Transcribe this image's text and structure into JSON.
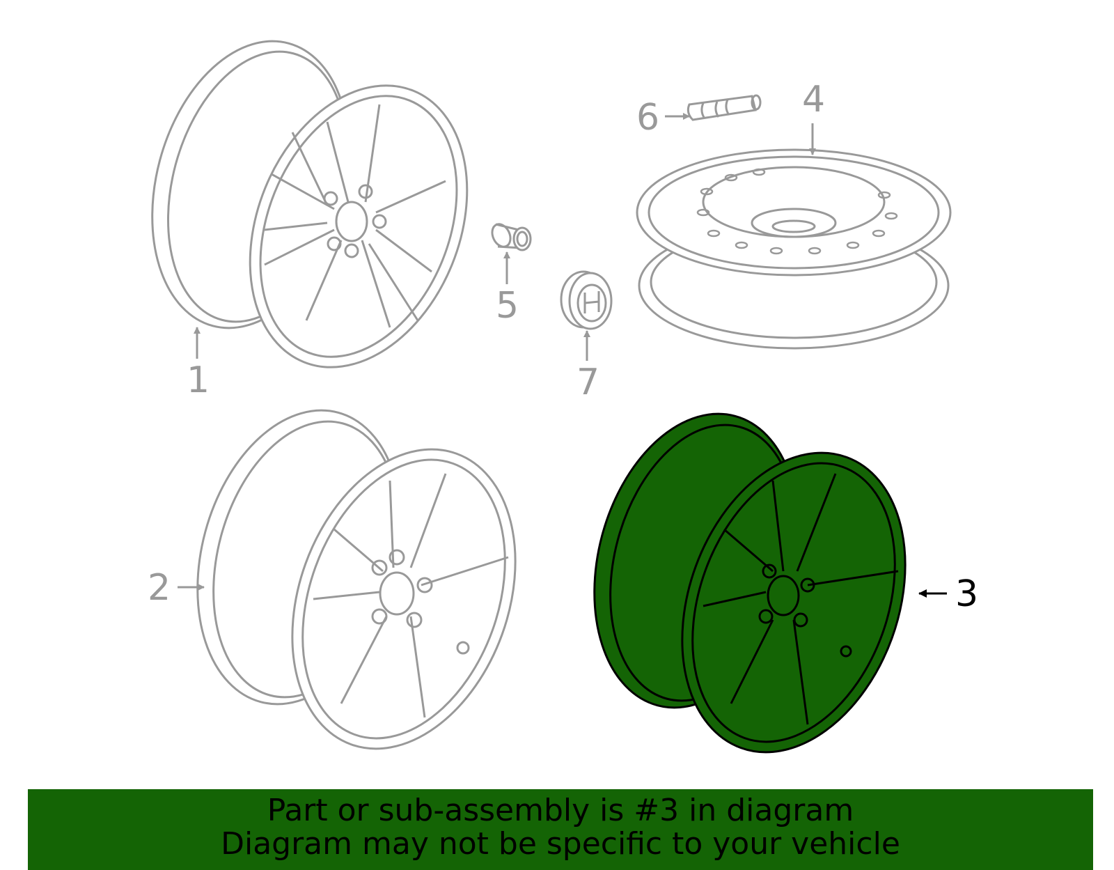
{
  "diagram": {
    "callouts": [
      {
        "id": "1",
        "label": "1",
        "highlighted": false
      },
      {
        "id": "2",
        "label": "2",
        "highlighted": false
      },
      {
        "id": "3",
        "label": "3",
        "highlighted": true
      },
      {
        "id": "4",
        "label": "4",
        "highlighted": false
      },
      {
        "id": "5",
        "label": "5",
        "highlighted": false
      },
      {
        "id": "6",
        "label": "6",
        "highlighted": false
      },
      {
        "id": "7",
        "label": "7",
        "highlighted": false
      }
    ],
    "parts": [
      {
        "callout": "1",
        "icon": "alloy-wheel-icon"
      },
      {
        "callout": "2",
        "icon": "alloy-wheel-icon"
      },
      {
        "callout": "3",
        "icon": "alloy-wheel-highlighted-icon"
      },
      {
        "callout": "4",
        "icon": "spare-steel-wheel-icon"
      },
      {
        "callout": "5",
        "icon": "lug-nut-icon"
      },
      {
        "callout": "6",
        "icon": "valve-stem-icon"
      },
      {
        "callout": "7",
        "icon": "center-cap-icon"
      }
    ],
    "colors": {
      "line_gray": "#999999",
      "highlight_fill": "#146405",
      "highlight_stroke": "#000000",
      "banner_bg": "#146405"
    }
  },
  "banner": {
    "line1": "Part or sub-assembly is #3 in diagram",
    "line2": "Diagram may not be specific to your vehicle"
  }
}
